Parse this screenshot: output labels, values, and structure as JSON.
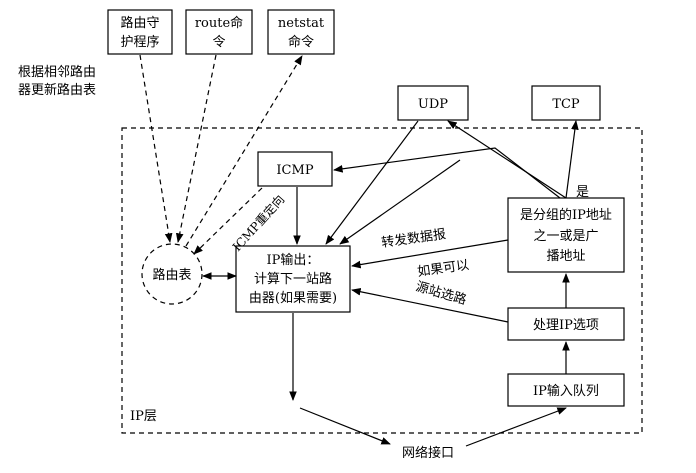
{
  "nodes": {
    "routed": [
      "路由守",
      "护程序"
    ],
    "route_cmd": [
      "route命",
      "令"
    ],
    "netstat_cmd": [
      "netstat",
      "命令"
    ],
    "udp": "UDP",
    "tcp": "TCP",
    "icmp": "ICMP",
    "ip_output": [
      "IP输出：",
      "计算下一站路",
      "由器(如果需要)"
    ],
    "routing_table": "路由表",
    "is_my_addr": [
      "是分组的IP地址",
      "之一或是广",
      "播地址"
    ],
    "process_options": "处理IP选项",
    "ip_input_queue": "IP输入队列",
    "net_interface": "网络接口"
  },
  "labels": {
    "update_routes": [
      "根据相邻路由",
      "器更新路由表"
    ],
    "icmp_redirect": "ICMP重定向",
    "forward": "转发数据报",
    "if_possible": "如果可以",
    "source_route": "源站选路",
    "yes": "是",
    "ip_layer": "IP层"
  }
}
